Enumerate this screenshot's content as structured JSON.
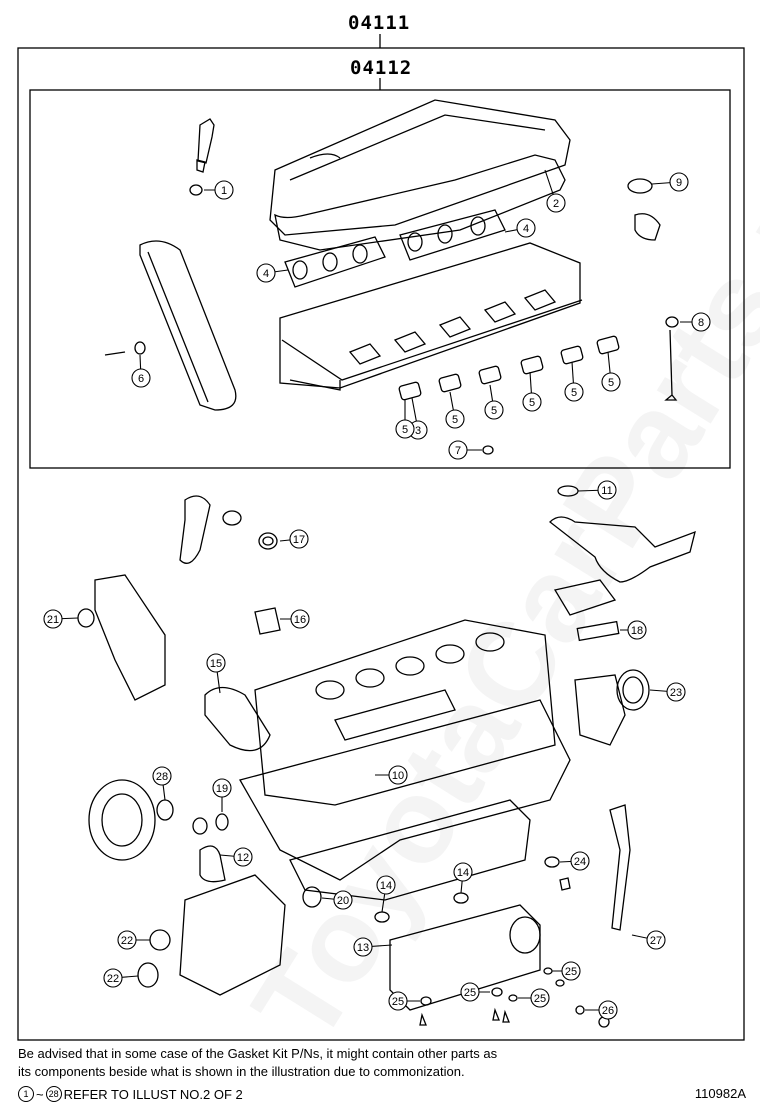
{
  "header": {
    "code_top": "04111",
    "code_sub": "04112"
  },
  "callouts": [
    {
      "n": "1"
    },
    {
      "n": "2"
    },
    {
      "n": "3"
    },
    {
      "n": "4"
    },
    {
      "n": "4"
    },
    {
      "n": "5"
    },
    {
      "n": "5"
    },
    {
      "n": "5"
    },
    {
      "n": "5"
    },
    {
      "n": "5"
    },
    {
      "n": "5"
    },
    {
      "n": "6"
    },
    {
      "n": "7"
    },
    {
      "n": "8"
    },
    {
      "n": "9"
    },
    {
      "n": "10"
    },
    {
      "n": "11"
    },
    {
      "n": "12"
    },
    {
      "n": "13"
    },
    {
      "n": "14"
    },
    {
      "n": "14"
    },
    {
      "n": "15"
    },
    {
      "n": "16"
    },
    {
      "n": "17"
    },
    {
      "n": "18"
    },
    {
      "n": "19"
    },
    {
      "n": "20"
    },
    {
      "n": "21"
    },
    {
      "n": "22"
    },
    {
      "n": "22"
    },
    {
      "n": "23"
    },
    {
      "n": "24"
    },
    {
      "n": "25"
    },
    {
      "n": "25"
    },
    {
      "n": "25"
    },
    {
      "n": "25"
    },
    {
      "n": "26"
    },
    {
      "n": "27"
    },
    {
      "n": "28"
    }
  ],
  "footer": {
    "note_line1": "Be advised that in some case of the Gasket Kit P/Ns,  it might contain other parts as",
    "note_line2": "its components beside what is shown in the illustration due to commonization.",
    "ref_start": "1",
    "ref_sep": "~",
    "ref_end": "28",
    "ref_text": " REFER TO ILLUST NO.2 OF 2",
    "illus_id": "110982A"
  },
  "watermark": "ToyotaCarParts.ru"
}
